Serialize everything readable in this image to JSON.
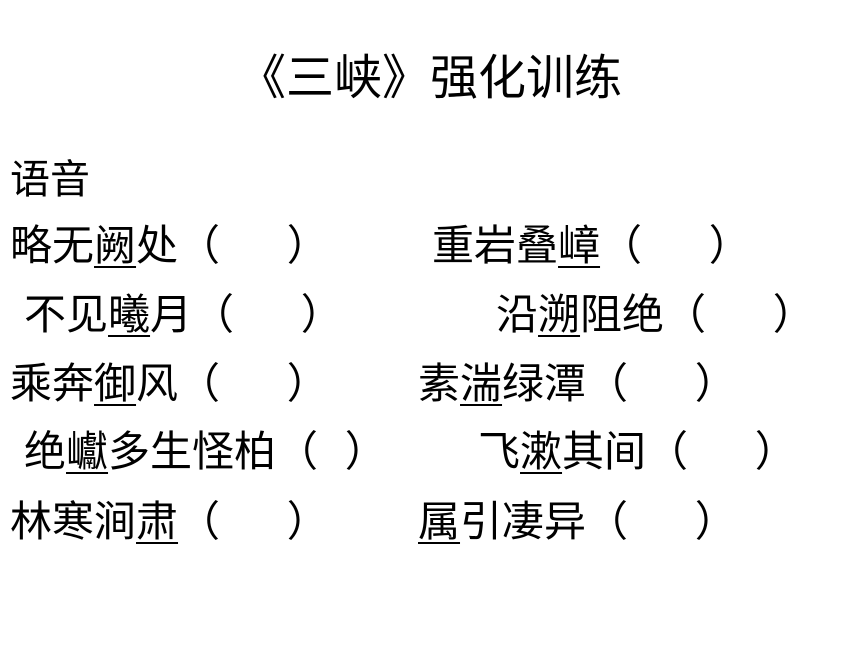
{
  "title": "《三峡》强化训练",
  "section": "语音",
  "rows": [
    [
      {
        "pre": "略无",
        "target": "阙",
        "post": "处",
        "paren": "（     ）"
      },
      {
        "pre": "重岩叠",
        "target": "嶂",
        "post": "",
        "paren": "（     ）"
      }
    ],
    [
      {
        "pre": "不见",
        "target": "曦",
        "post": "月",
        "paren": "（     ）"
      },
      {
        "pre": "沿",
        "target": "溯",
        "post": "阻绝",
        "paren": "（     ）"
      }
    ],
    [
      {
        "pre": "乘奔",
        "target": "御",
        "post": "风",
        "paren": "（     ）"
      },
      {
        "pre": "素",
        "target": "湍",
        "post": "绿潭",
        "paren": "（     ）"
      }
    ],
    [
      {
        "pre": "绝",
        "target": "巘",
        "post": "多生怪柏",
        "paren": "（  ）"
      },
      {
        "pre": "飞",
        "target": "漱",
        "post": "其间",
        "paren": "（     ）"
      }
    ],
    [
      {
        "pre": "林寒涧",
        "target": "肃",
        "post": "",
        "paren": "（     ）"
      },
      {
        "pre": "",
        "target": "属",
        "post": "引凄异",
        "paren": "（     ）"
      }
    ]
  ]
}
